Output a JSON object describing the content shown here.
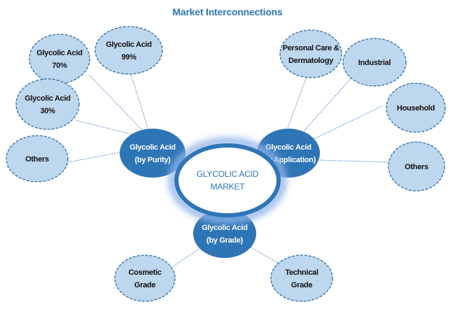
{
  "title": "Market Interconnections",
  "colors": {
    "title": "#2e75b6",
    "hub_fill": "#2e75b6",
    "leaf_fill": "#bdd7ee",
    "leaf_border": "#2e6da4",
    "connector": "#5b8fc7",
    "center_border": "#2e75b6",
    "center_text": "#2e75b6"
  },
  "center": {
    "lines": [
      "GLYCOLIC ACID",
      "MARKET"
    ]
  },
  "hubs": [
    {
      "id": "purity",
      "lines": [
        "Glycolic Acid",
        "(by Purity)"
      ],
      "leaves": [
        {
          "id": "purity-70",
          "lines": [
            "Glycolic Acid",
            "70%"
          ]
        },
        {
          "id": "purity-99",
          "lines": [
            "Glycolic Acid",
            "99%"
          ]
        },
        {
          "id": "purity-30",
          "lines": [
            "Glycolic Acid",
            "30%"
          ]
        },
        {
          "id": "purity-others",
          "lines": [
            "Others"
          ]
        }
      ]
    },
    {
      "id": "application",
      "lines": [
        "Glycolic Acid",
        "(by Application)"
      ],
      "leaves": [
        {
          "id": "app-personal-care",
          "lines": [
            "Personal Care &",
            "Dermatology"
          ]
        },
        {
          "id": "app-industrial",
          "lines": [
            "Industrial"
          ]
        },
        {
          "id": "app-household",
          "lines": [
            "Household"
          ]
        },
        {
          "id": "app-others",
          "lines": [
            "Others"
          ]
        }
      ]
    },
    {
      "id": "grade",
      "lines": [
        "Glycolic Acid",
        "(by Grade)"
      ],
      "leaves": [
        {
          "id": "grade-cosmetic",
          "lines": [
            "Cosmetic",
            "Grade"
          ]
        },
        {
          "id": "grade-technical",
          "lines": [
            "Technical",
            "Grade"
          ]
        }
      ]
    }
  ]
}
